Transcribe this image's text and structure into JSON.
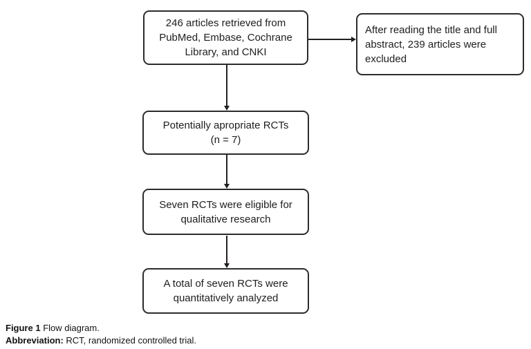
{
  "colors": {
    "background": "#ffffff",
    "box_border": "#2b2b2b",
    "arrow": "#231f20",
    "text": "#1d1d1d"
  },
  "flowchart": {
    "boxes": [
      {
        "id": "retrieved",
        "text": "246 articles retrieved from PubMed, Embase, Cochrane Library, and CNKI"
      },
      {
        "id": "excluded",
        "text": "After reading the title and full abstract, 239 articles were excluded"
      },
      {
        "id": "appropriate",
        "text": "Potentially apropriate RCTs",
        "subtext": "(n = 7)"
      },
      {
        "id": "qualitative",
        "text": "Seven RCTs were eligible for qualitative research"
      },
      {
        "id": "quantitative",
        "text": "A total of seven RCTs were quantitatively analyzed"
      }
    ]
  },
  "caption": {
    "figure_label": "Figure 1",
    "figure_text": " Flow diagram.",
    "abbreviation_label": "Abbreviation:",
    "abbreviation_text": " RCT, randomized controlled trial."
  }
}
